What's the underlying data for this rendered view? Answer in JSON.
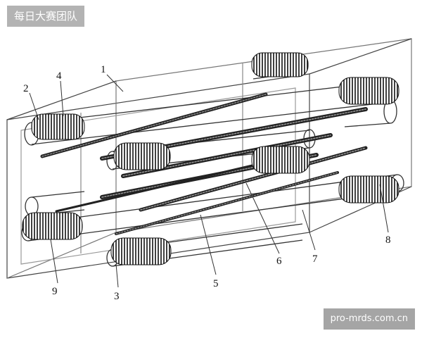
{
  "badges": {
    "top_left": "每日大赛团队",
    "bottom_right": "pro-mrds.com.cn"
  },
  "callouts": [
    "1",
    "2",
    "3",
    "4",
    "5",
    "6",
    "7",
    "8",
    "9"
  ],
  "colors": {
    "line": "#333333",
    "coil": "#1a1a1a",
    "badge_bg": "#b3b3b3"
  }
}
